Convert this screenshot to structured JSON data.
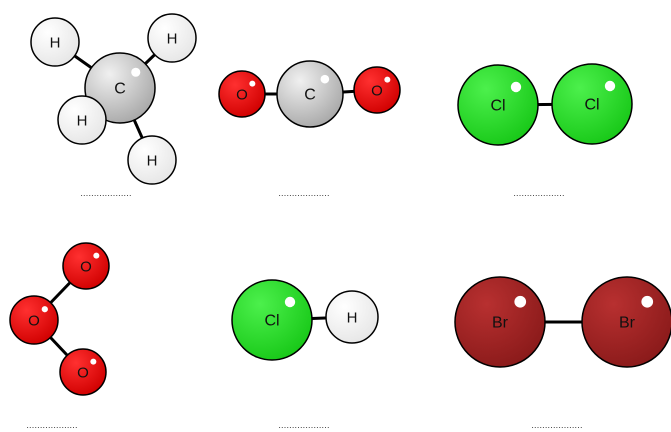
{
  "colors": {
    "hydrogen": "#ffffff",
    "carbon": "#c8c8c8",
    "oxygen": "#ee0000",
    "chlorine": "#22dd22",
    "bromine": "#a02020",
    "bond": "#000000",
    "outline": "#000000"
  },
  "molecules": [
    {
      "id": "methane",
      "answer_blank": "...................",
      "atoms": [
        {
          "label": "H",
          "element": "hydrogen"
        },
        {
          "label": "H",
          "element": "hydrogen"
        },
        {
          "label": "C",
          "element": "carbon"
        },
        {
          "label": "H",
          "element": "hydrogen"
        },
        {
          "label": "H",
          "element": "hydrogen"
        }
      ]
    },
    {
      "id": "carbon-dioxide",
      "answer_blank": "...................",
      "atoms": [
        {
          "label": "O",
          "element": "oxygen"
        },
        {
          "label": "C",
          "element": "carbon"
        },
        {
          "label": "O",
          "element": "oxygen"
        }
      ]
    },
    {
      "id": "chlorine",
      "answer_blank": "...................",
      "atoms": [
        {
          "label": "Cl",
          "element": "chlorine"
        },
        {
          "label": "Cl",
          "element": "chlorine"
        }
      ]
    },
    {
      "id": "ozone",
      "answer_blank": "...................",
      "atoms": [
        {
          "label": "O",
          "element": "oxygen"
        },
        {
          "label": "O",
          "element": "oxygen"
        },
        {
          "label": "O",
          "element": "oxygen"
        }
      ]
    },
    {
      "id": "hydrogen-chloride",
      "answer_blank": "...................",
      "atoms": [
        {
          "label": "Cl",
          "element": "chlorine"
        },
        {
          "label": "H",
          "element": "hydrogen"
        }
      ]
    },
    {
      "id": "bromine",
      "answer_blank": "...................",
      "atoms": [
        {
          "label": "Br",
          "element": "bromine"
        },
        {
          "label": "Br",
          "element": "bromine"
        }
      ]
    }
  ]
}
